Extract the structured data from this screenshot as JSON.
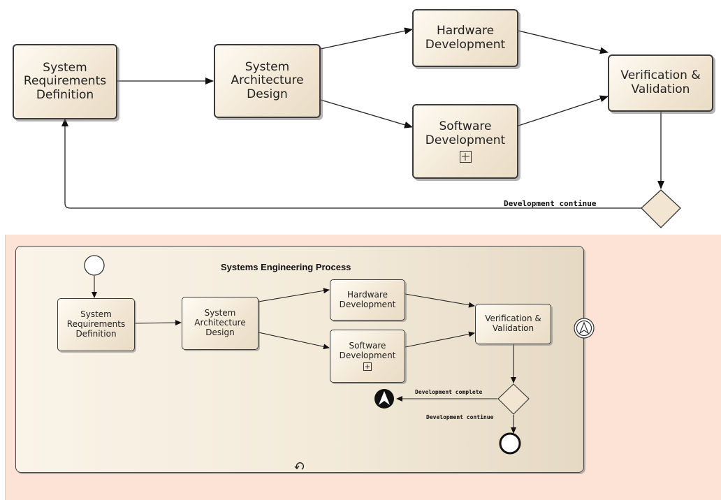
{
  "top_diagram": {
    "nodes": {
      "system_requirements": "System\nRequirements\nDefinition",
      "system_architecture": "System\nArchitecture\nDesign",
      "hardware_development": "Hardware\nDevelopment",
      "software_development": "Software\nDevelopment",
      "verification_validation": "Verification &\nValidation"
    },
    "gateway_label": "Development continue"
  },
  "subprocess": {
    "title": "Systems Engineering Process",
    "nodes": {
      "system_requirements": "System\nRequirements\nDefinition",
      "system_architecture": "System\nArchitecture\nDesign",
      "hardware_development": "Hardware\nDevelopment",
      "software_development": "Software\nDevelopment",
      "verification_validation": "Verification &\nValidation"
    },
    "complete_label": "Development complete",
    "continue_label": "Development continue"
  },
  "colors": {
    "node_fill": "#f2e6d3",
    "panel_background": "#fce3d6",
    "stroke": "#3b3b3b"
  },
  "icons": [
    "subprocess-plus-icon",
    "escalation-event-icon",
    "loop-marker-icon",
    "start-event-icon",
    "end-event-icon",
    "gateway-icon"
  ]
}
